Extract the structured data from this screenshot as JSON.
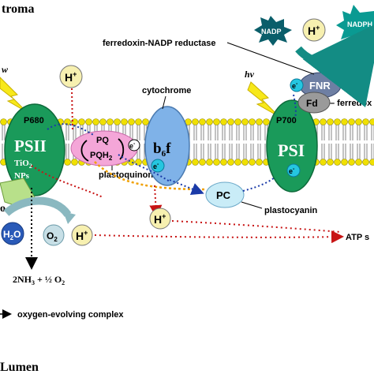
{
  "labels": {
    "stroma": "troma",
    "lumen": "Lumen",
    "hv": "hv",
    "p680": "P680",
    "psii": "PSII",
    "tio2": "TiO",
    "tio2_sub": "2",
    "nps": "NPs",
    "p700": "P700",
    "psi": "PSI",
    "fnr": "FNR",
    "fd": "Fd",
    "ferredoxin_cut": "– ferredox",
    "fnr_title": "ferredoxin-NADP reductase",
    "nadp": "NADP",
    "nadph": "NADPH",
    "h_plus": "H",
    "plus": "+",
    "e_minus": "e",
    "minus": "-",
    "cytochrome": "cytochrome",
    "b6f": "b",
    "b6f_sub": "6",
    "b6f_tail": "f",
    "pq": "PQ",
    "pqh2": "PQH",
    "pqh2_sub": "2",
    "plastoquinone": "plastoquinone",
    "pc": "PC",
    "plastocyanin": "plastocyanin",
    "h2o": "H",
    "h2o_sub": "2",
    "h2o_tail": "O",
    "o2": "O",
    "o2_sub": "2",
    "atp": "ATP s",
    "nh3_eq": "2NH",
    "nh3_sub": "3",
    "nh3_rest": " + ½ O",
    "nh3_sub2": "2",
    "oec_legend": "oxygen-evolving complex",
    "left_cut": "o"
  },
  "colors": {
    "psii": "#1a9a5a",
    "psi": "#1a9a5a",
    "cytochrome": "#7fb2e8",
    "pc": "#c9ecf7",
    "fnr": "#6e7fa3",
    "fd": "#9a9a9a",
    "lipid_head": "#f0e000",
    "h_circle": "#f7f0b0",
    "nadp_star": "#0a5e6a",
    "arrow_teal": "#138c84",
    "dotted_red": "#c81414",
    "dotted_blue": "#1a3aa8",
    "dotted_orange": "#f0a000"
  }
}
